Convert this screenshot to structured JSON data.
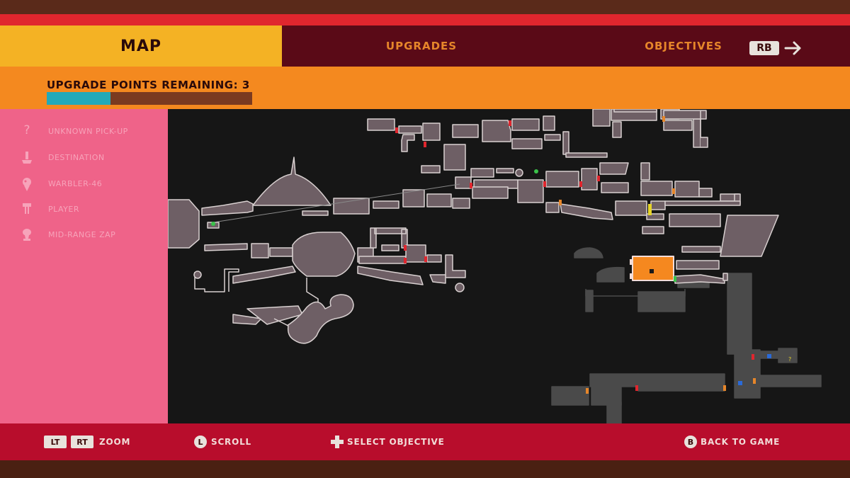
{
  "tabs": {
    "map": "MAP",
    "upgrades": "UPGRADES",
    "objectives": "OBJECTIVES",
    "next_button": "RB"
  },
  "upgrade_points": {
    "label": "UPGRADE POINTS REMAINING: 3",
    "progress_fraction": 0.31
  },
  "legend": [
    {
      "label": "UNKNOWN PICK-UP",
      "icon": "question-icon"
    },
    {
      "label": "DESTINATION",
      "icon": "destination-icon"
    },
    {
      "label": "WARBLER-46",
      "icon": "warbler-icon"
    },
    {
      "label": "PLAYER",
      "icon": "player-icon"
    },
    {
      "label": "MID-RANGE ZAP",
      "icon": "zap-icon"
    }
  ],
  "hints": {
    "lt": "LT",
    "rt": "RT",
    "zoom": "ZOOM",
    "l": "L",
    "scroll": "SCROLL",
    "select": "SELECT OBJECTIVE",
    "b": "B",
    "back": "BACK TO GAME"
  },
  "colors": {
    "accent_yellow": "#f4b224",
    "accent_orange": "#f4891f",
    "accent_red": "#e0262e",
    "legend_pink": "#ef6389",
    "progress_teal": "#23a9b8",
    "current_room": "#f5881f",
    "room_explored": "#6e5f65",
    "room_unexplored": "#4a4a4a"
  }
}
